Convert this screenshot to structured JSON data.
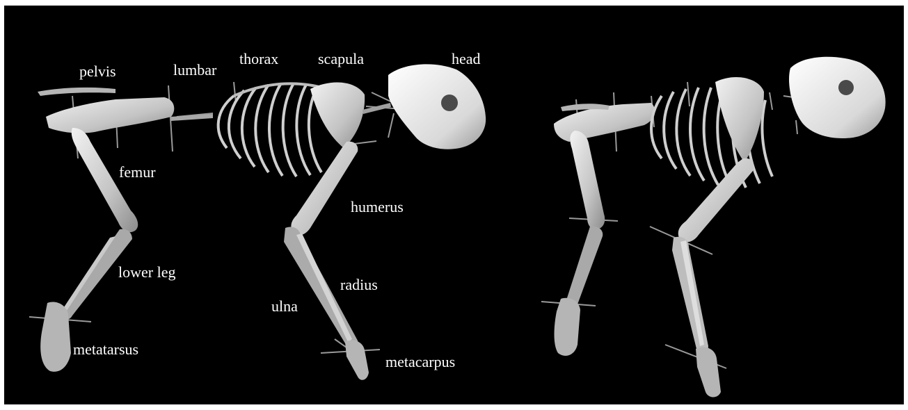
{
  "labels": {
    "pelvis": "pelvis",
    "lumbar": "lumbar",
    "thorax": "thorax",
    "scapula": "scapula",
    "head": "head",
    "femur": "femur",
    "humerus": "humerus",
    "lower_leg": "lower leg",
    "radius": "radius",
    "ulna": "ulna",
    "metatarsus": "metatarsus",
    "metacarpus": "metacarpus"
  },
  "colors": {
    "background": "#000000",
    "bone_light": "#e6e6e6",
    "bone_mid": "#bdbdbd",
    "bone_dark": "#8a8a8a",
    "axis_line": "#9a9a9a",
    "label_text": "#ffffff"
  }
}
